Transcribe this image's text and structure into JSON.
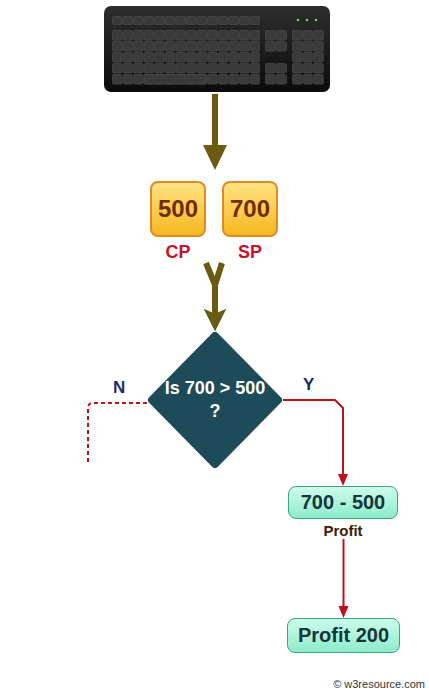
{
  "diagram": {
    "nodes": [
      {
        "text": [
          "500",
          "CP"
        ]
      },
      {
        "text": [
          "700",
          "SP"
        ]
      },
      {
        "text": [
          "Is 700 > 500 ?"
        ]
      },
      {
        "text": [
          "700 - 500",
          "Profit"
        ]
      },
      {
        "text": [
          "Profit 200"
        ]
      }
    ],
    "edges": [
      {
        "from": 0,
        "to": 2,
        "arrow": "to"
      },
      {
        "from": 1,
        "to": 2,
        "arrow": "to"
      },
      {
        "from": 2,
        "to": 3,
        "label": "Y",
        "arrow": "to"
      },
      {
        "from": 3,
        "to": 4,
        "arrow": "to"
      }
    ],
    "labels": [
      "N",
      "© w3resource.com"
    ]
  }
}
